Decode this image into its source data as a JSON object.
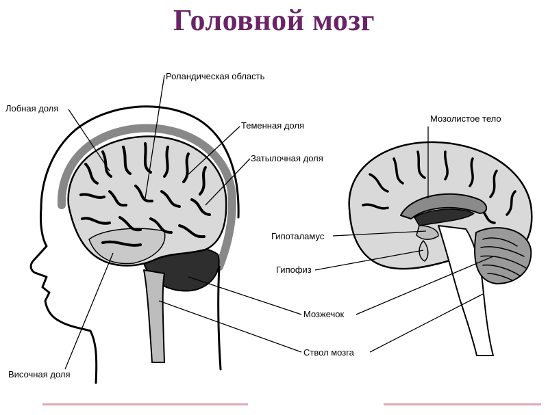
{
  "title": "Головной мозг",
  "colors": {
    "title": "#6a2466",
    "lines": "#000000",
    "cortex": "#d9d9d9",
    "dark": "#2e2e2e",
    "mid": "#bdbdbd",
    "footer": "#c0506a"
  },
  "labels": {
    "rolandic": "Роландическая область",
    "frontal": "Лобная доля",
    "parietal": "Теменная доля",
    "occipital": "Затылочная доля",
    "corpus_callosum": "Мозолистое тело",
    "hypothalamus": "Гипоталамус",
    "pituitary": "Гипофиз",
    "cerebellum": "Мозжечок",
    "brainstem": "Ствол мозга",
    "temporal": "Височная доля"
  }
}
